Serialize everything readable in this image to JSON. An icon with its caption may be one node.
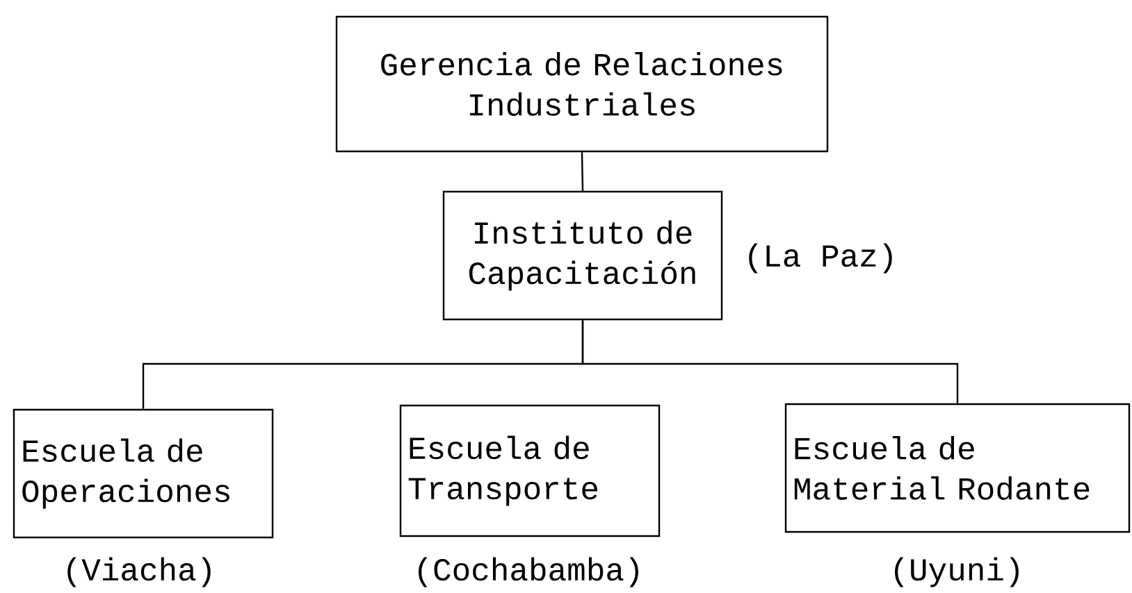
{
  "diagram": {
    "nodes": [
      {
        "text": [
          "Gerencia de Relaciones Industriales"
        ]
      },
      {
        "text": [
          "Instituto de Capacitación"
        ],
        "beside": [
          "(La Paz)"
        ]
      },
      {
        "text": [
          "Escuela de Operaciones"
        ],
        "beside": [
          "(Viacha)"
        ]
      },
      {
        "text": [
          "Escuela de Transporte"
        ],
        "beside": [
          "(Cochabamba)"
        ]
      },
      {
        "text": [
          "Escuela de Material Rodante"
        ],
        "beside": [
          "(Uyuni)"
        ]
      }
    ],
    "edges": [
      {
        "from": 0,
        "to": 1,
        "arrow": "none"
      },
      {
        "from": 1,
        "to": 2,
        "arrow": "none"
      },
      {
        "from": 1,
        "to": 4,
        "arrow": "none"
      }
    ]
  }
}
